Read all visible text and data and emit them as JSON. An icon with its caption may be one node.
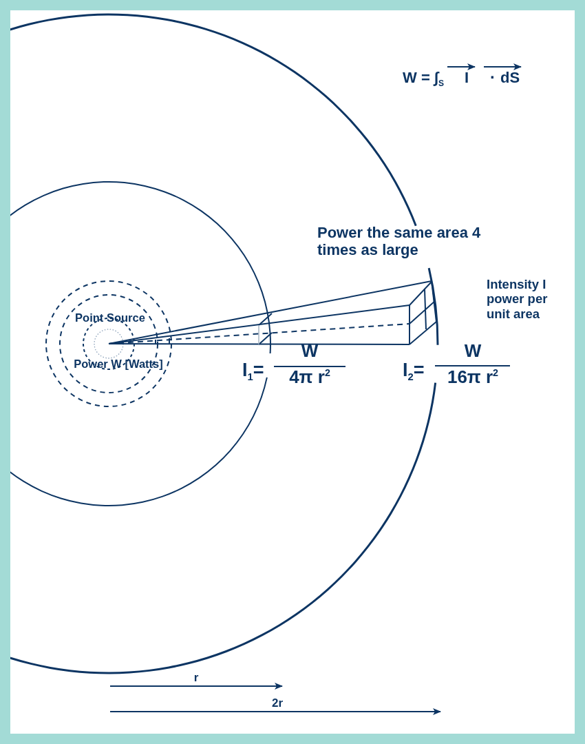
{
  "diagram": {
    "labels": [
      "W = ∫$_{S}$",
      "I",
      "·",
      "dS",
      "Power the same area 4 times as large",
      "Intensity I power per unit area",
      "Point Source",
      "Power W [Watts]",
      "I$_{1}$=",
      "W",
      "4π r$^{2}$",
      "I$_{2}$=",
      "W",
      "16π r$^{2}$",
      "r",
      "2r"
    ]
  }
}
